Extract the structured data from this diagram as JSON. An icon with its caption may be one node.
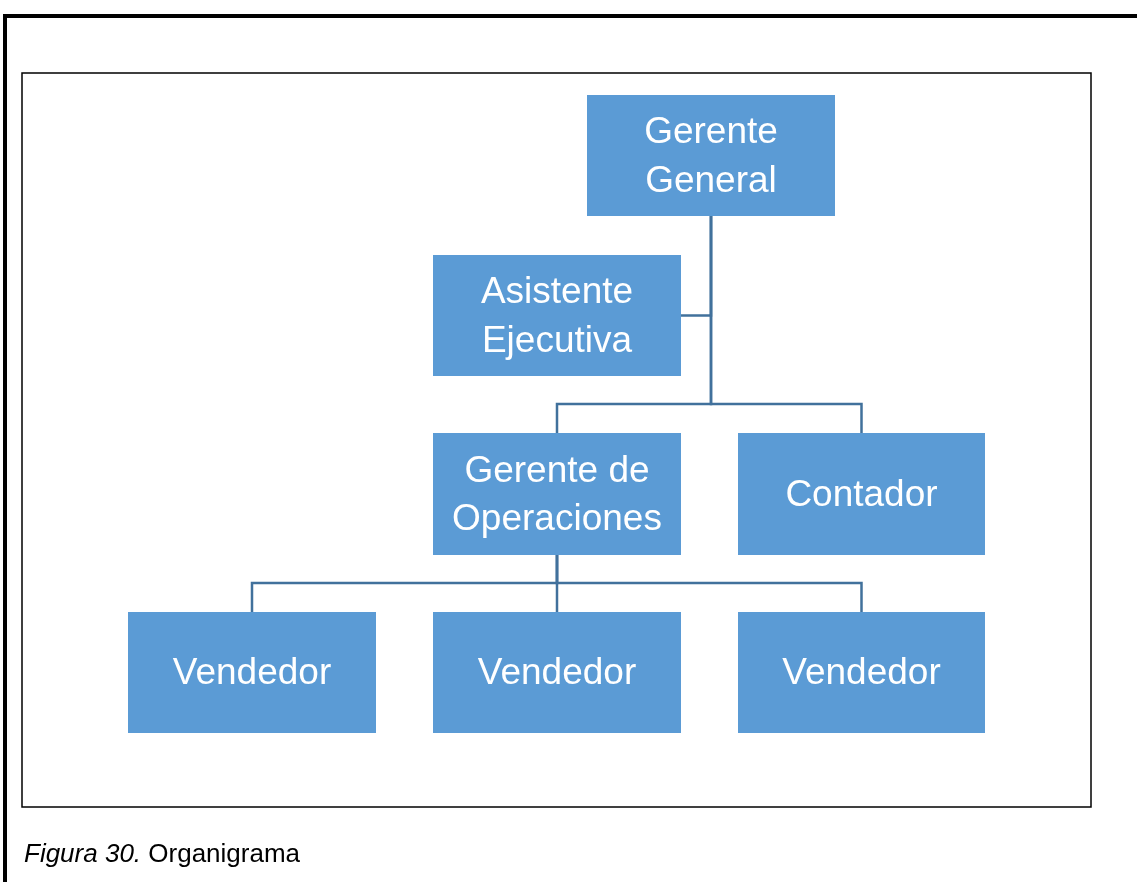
{
  "diagram": {
    "caption": "*Figura 30.* Organigrama",
    "nodes": [
      {
        "text": [
          "Gerente General"
        ]
      },
      {
        "text": [
          "Asistente Ejecutiva"
        ]
      },
      {
        "text": [
          "Gerente de Operaciones"
        ]
      },
      {
        "text": [
          "Contador"
        ]
      },
      {
        "text": [
          "Vendedor"
        ]
      },
      {
        "text": [
          "Vendedor"
        ]
      },
      {
        "text": [
          "Vendedor"
        ]
      }
    ],
    "edges": [
      {
        "from": 0,
        "to": 1,
        "arrow": "none"
      },
      {
        "from": 0,
        "to": 2,
        "arrow": "none"
      },
      {
        "from": 0,
        "to": 3,
        "arrow": "none"
      },
      {
        "from": 2,
        "to": 4,
        "arrow": "none"
      },
      {
        "from": 2,
        "to": 5,
        "arrow": "none"
      },
      {
        "from": 2,
        "to": 6,
        "arrow": "none"
      }
    ]
  }
}
